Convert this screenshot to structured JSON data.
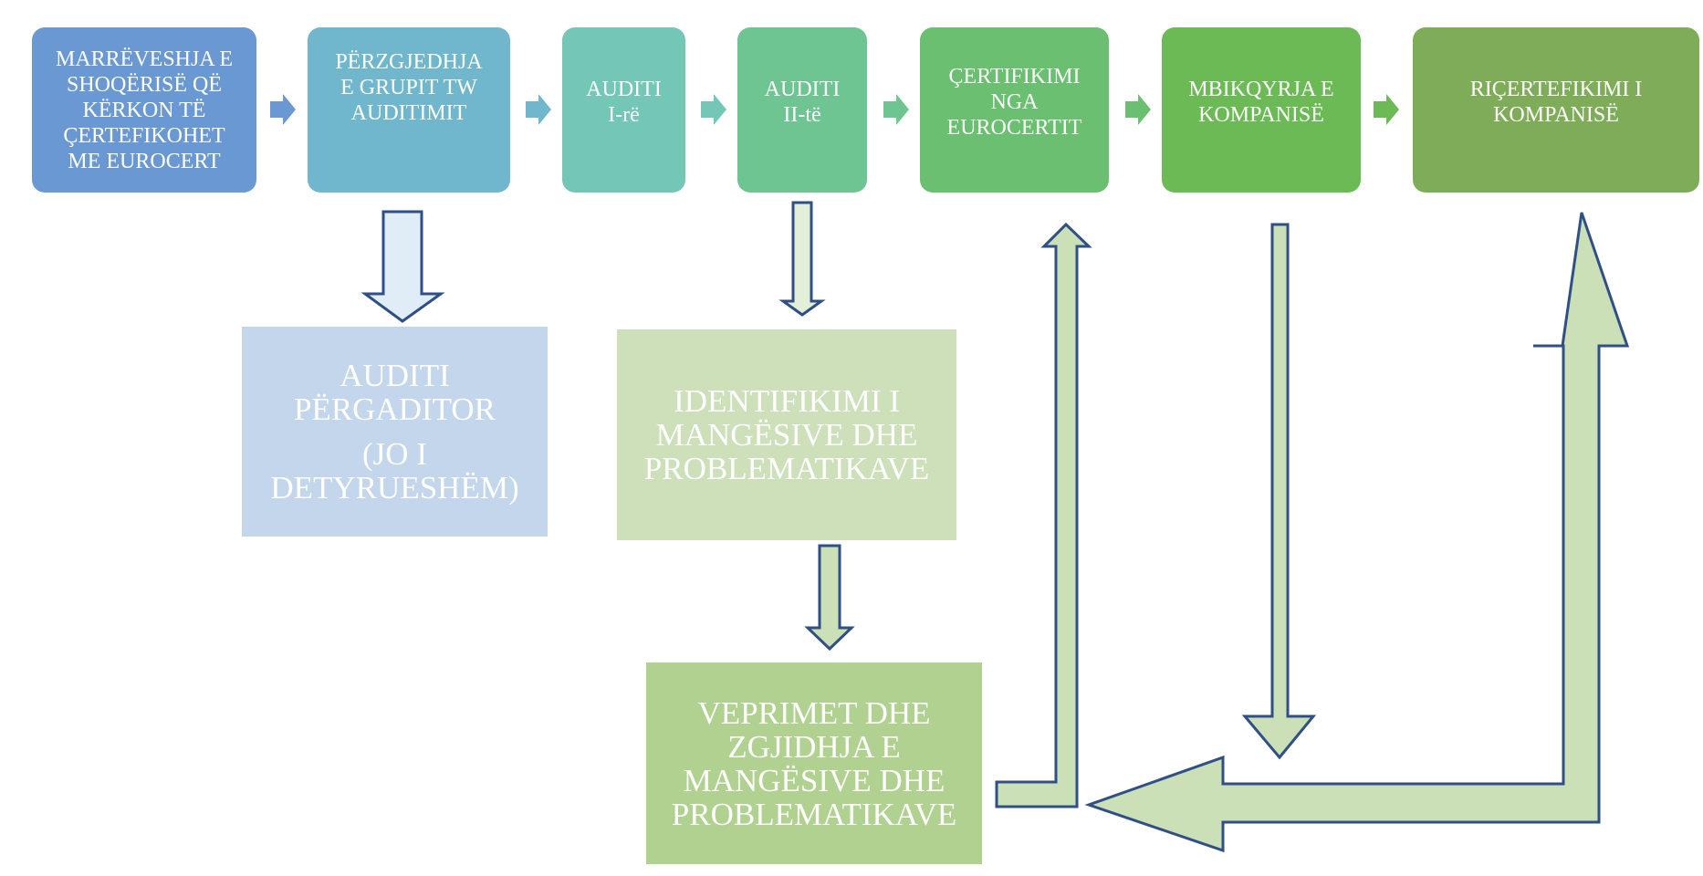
{
  "colors": {
    "step_1": "#6a98d2",
    "step_2": "#70b7cd",
    "step_3": "#74c6b7",
    "step_4": "#6ec592",
    "step_5": "#6abf70",
    "step_6": "#6bba56",
    "step_7": "#7eac58",
    "box_pre_audit": "#c3d6ec",
    "box_identify": "#cde0b9",
    "box_actions": "#b0d190",
    "arrow_light_blue": "#e0ecf6",
    "arrow_light_green": "#e4efd9",
    "arrow_green": "#cbe0b6",
    "arrow_stroke": "#2f4f86"
  },
  "steps": [
    {
      "label": "MARRËVESHJA E\nSHOQËRISË QË\nKËRKON TË\nÇERTEFIKOHET\nME EUROCERT"
    },
    {
      "label": "PËRZGJEDHJA\nE GRUPIT TW\nAUDITIMIT"
    },
    {
      "label": "AUDITI\nI-rë"
    },
    {
      "label": "AUDITI\nII-të"
    },
    {
      "label": "ÇERTIFIKIMI\nNGA\nEUROCERTIT"
    },
    {
      "label": "MBIKQYRJA E\nKOMPANISË"
    },
    {
      "label": "RIÇERTEFIKIMI I\nKOMPANISË"
    }
  ],
  "pre_audit": {
    "title": "AUDITI\nPËRGADITOR",
    "note": "(JO I\nDETYRUESHËM)"
  },
  "identify": {
    "label": "IDENTIFIKIMI I\nMANGËSIVE DHE\nPROBLEMATIKAVE"
  },
  "actions": {
    "label": "VEPRIMET DHE\nZGJIDHJA E\nMANGËSIVE DHE\nPROBLEMATIKAVE"
  },
  "icons": {
    "flow_arrows": "right-arrow",
    "down_arrows": "down-arrow",
    "loop_arrows": "elbow-arrow"
  }
}
